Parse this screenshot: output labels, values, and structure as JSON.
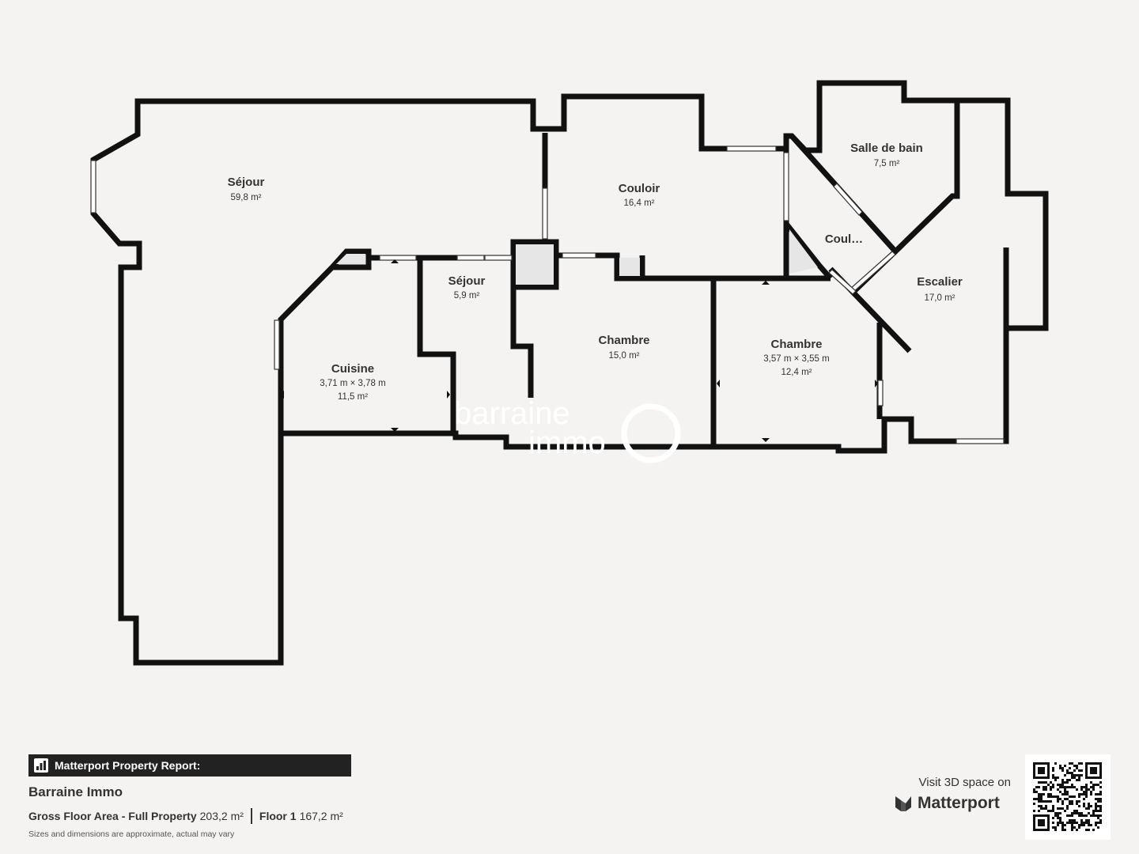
{
  "rooms": [
    {
      "name": "Séjour",
      "area": "59,8 m²"
    },
    {
      "name": "Couloir",
      "area": "16,4 m²"
    },
    {
      "name": "Salle de bain",
      "area": "7,5 m²"
    },
    {
      "name": "Coul…"
    },
    {
      "name": "Escalier",
      "area": "17,0 m²"
    },
    {
      "name": "Séjour",
      "area": "5,9 m²"
    },
    {
      "name": "Chambre",
      "area": "15,0 m²"
    },
    {
      "name": "Chambre",
      "dims": "3,57 m × 3,55 m",
      "area": "12,4 m²"
    },
    {
      "name": "Cuisine",
      "dims": "3,71 m × 3,78 m",
      "area": "11,5 m²"
    }
  ],
  "watermark": {
    "line1": "barraine",
    "line2": "immo"
  },
  "footer": {
    "report_title": "Matterport Property Report:",
    "company": "Barraine Immo",
    "gross_label": "Gross Floor Area - Full Property",
    "gross_value": "203,2 m²",
    "floor_label": "Floor 1",
    "floor_value": "167,2 m²",
    "disclaimer": "Sizes and dimensions are approximate, actual may vary",
    "visit_text": "Visit 3D space on",
    "brand": "Matterport"
  },
  "icons": {
    "report": "bar-chart-icon",
    "brand": "matterport-logo-icon",
    "qr": "qr-code"
  },
  "colors": {
    "wall": "#111111",
    "background": "#f4f3f1",
    "report_bar": "#222222"
  }
}
